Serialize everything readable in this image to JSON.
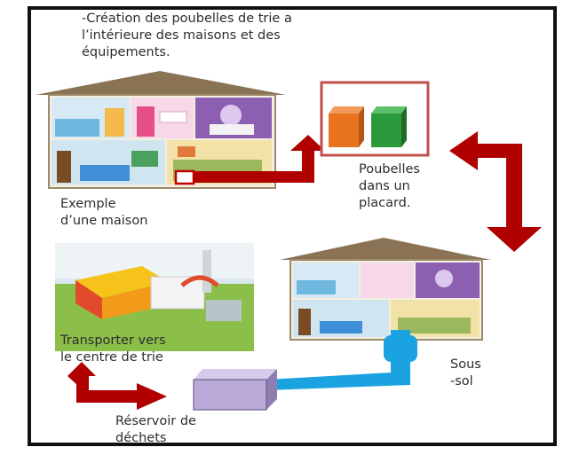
{
  "title": {
    "lines": [
      "-Création des poubelles de trie a",
      "l’intérieure des maisons et des",
      "équipements."
    ]
  },
  "labels": {
    "house": [
      "Exemple",
      "d’une  maison"
    ],
    "cupboard": [
      "Poubelles",
      "dans un",
      "placard."
    ],
    "transport": [
      "Transporter vers",
      "le centre de trie"
    ],
    "basement": [
      "Sous",
      "-sol"
    ],
    "reservoir": [
      "Réservoir de",
      "déchets"
    ]
  },
  "colors": {
    "arrow": "#b00000",
    "pipe": "#1aa3e0",
    "bin_orange": "#e8731f",
    "bin_green": "#2a9a3c",
    "reservoir": "#b9a9d6",
    "roof": "#8a7355",
    "frame": "#111111"
  }
}
